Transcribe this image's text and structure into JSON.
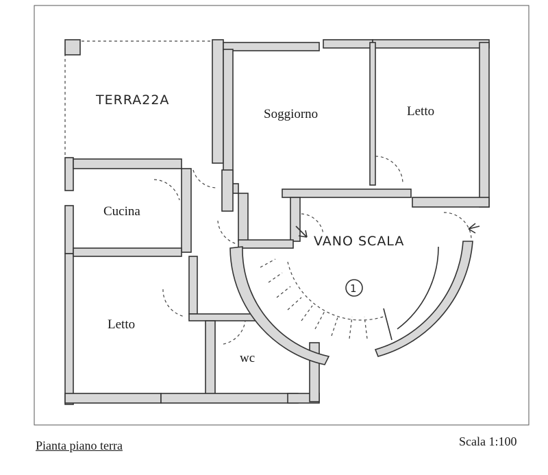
{
  "rooms": {
    "terrazza": "TERRA22A",
    "soggiorno": "Soggiorno",
    "letto_top": "Letto",
    "cucina": "Cucina",
    "letto_bottom": "Letto",
    "wc": "wc",
    "vano_scala": "VANO SCALA",
    "stair_mark": "1"
  },
  "caption": {
    "title": "Pianta piano terra",
    "scale": "Scala 1:100"
  }
}
